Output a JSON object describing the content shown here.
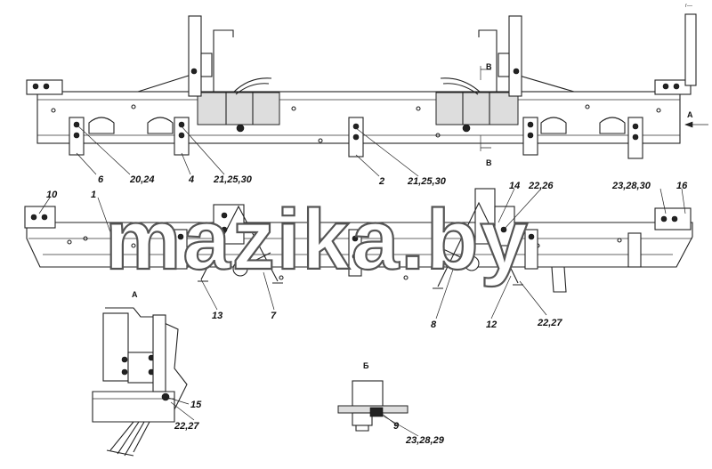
{
  "watermark": "mazika.by",
  "corner_mark": "r—",
  "view_labels": {
    "a": "А",
    "b": "Б",
    "v": "В"
  },
  "callouts": [
    {
      "id": "c1",
      "text": "1"
    },
    {
      "id": "c2",
      "text": "2"
    },
    {
      "id": "c4",
      "text": "4"
    },
    {
      "id": "c6",
      "text": "6"
    },
    {
      "id": "c7",
      "text": "7"
    },
    {
      "id": "c8",
      "text": "8"
    },
    {
      "id": "c9",
      "text": "9"
    },
    {
      "id": "c10",
      "text": "10"
    },
    {
      "id": "c12",
      "text": "12"
    },
    {
      "id": "c13",
      "text": "13"
    },
    {
      "id": "c14",
      "text": "14"
    },
    {
      "id": "c15",
      "text": "15"
    },
    {
      "id": "c16",
      "text": "16"
    },
    {
      "id": "c20_24",
      "text": "20,24"
    },
    {
      "id": "c21_25_30a",
      "text": "21,25,30"
    },
    {
      "id": "c21_25_30b",
      "text": "21,25,30"
    },
    {
      "id": "c22_26",
      "text": "22,26"
    },
    {
      "id": "c22_27a",
      "text": "22,27"
    },
    {
      "id": "c22_27b",
      "text": "22,27"
    },
    {
      "id": "c23_28_30",
      "text": "23,28,30"
    },
    {
      "id": "c23_28_29",
      "text": "23,28,29"
    }
  ]
}
